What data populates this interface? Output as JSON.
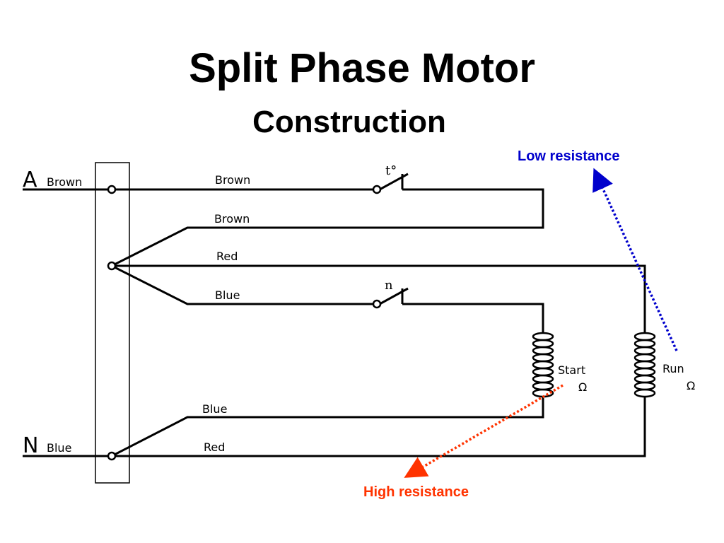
{
  "title": "Split Phase Motor",
  "subtitle": "Construction",
  "terminals": {
    "a_letter": "A",
    "a_color": "Brown",
    "n_letter": "N",
    "n_color": "Blue"
  },
  "wire_labels": {
    "top_brown": "Brown",
    "second_brown": "Brown",
    "red_upper": "Red",
    "blue_upper": "Blue",
    "blue_lower": "Blue",
    "red_lower": "Red"
  },
  "switches": {
    "thermal": "t°",
    "centrifugal": "n"
  },
  "windings": {
    "start_label": "Start",
    "start_unit": "Ω",
    "run_label": "Run",
    "run_unit": "Ω"
  },
  "annotations": {
    "low_resistance": "Low resistance",
    "high_resistance": "High resistance"
  },
  "colors": {
    "low_resistance": "#0000cc",
    "high_resistance": "#ff3300"
  }
}
